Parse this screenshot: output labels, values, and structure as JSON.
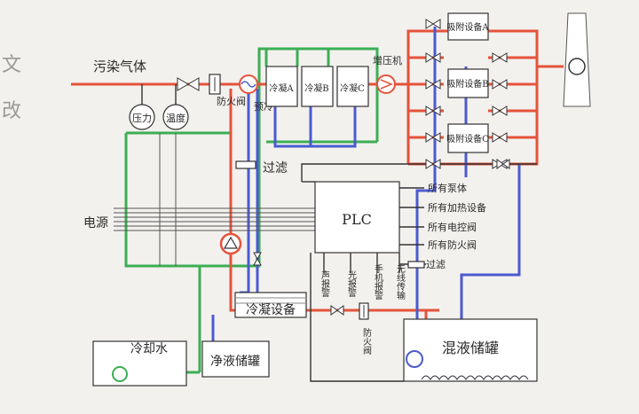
{
  "labels": {
    "polluted_gas": "污染气体",
    "pressure": "压力",
    "temperature": "温度",
    "fire_damper": "防火阀",
    "precool": "预冷",
    "condenser_a": "冷凝A",
    "condenser_b": "冷凝B",
    "condenser_c": "冷凝C",
    "booster_fan": "增压机",
    "adsorber_a": "吸附设备A",
    "adsorber_b": "吸附设备B",
    "adsorber_c": "吸附设备C",
    "filter": "过滤",
    "power": "电源",
    "plc": "PLC",
    "all_pumps": "所有泵体",
    "all_heaters": "所有加热设备",
    "all_control_valves": "所有电控阀",
    "all_fire_valves": "所有防火阀",
    "filter_2": "过滤",
    "sound_alarm": "声报警",
    "light_alarm": "光报警",
    "phone_alarm": "手机报警",
    "wireless_transmit": "无线传输",
    "fire_damper_2": "防火阀",
    "condensing_equipment": "冷凝设备",
    "cooling_water": "冷却水",
    "clean_liquid_tank": "净液储罐",
    "mixed_liquid_tank": "混液储罐"
  },
  "colors": {
    "gas_line": "#e5533b",
    "liquid_line": "#4b5bd0",
    "cooling_line": "#3cae55",
    "signal_line": "#333333"
  }
}
